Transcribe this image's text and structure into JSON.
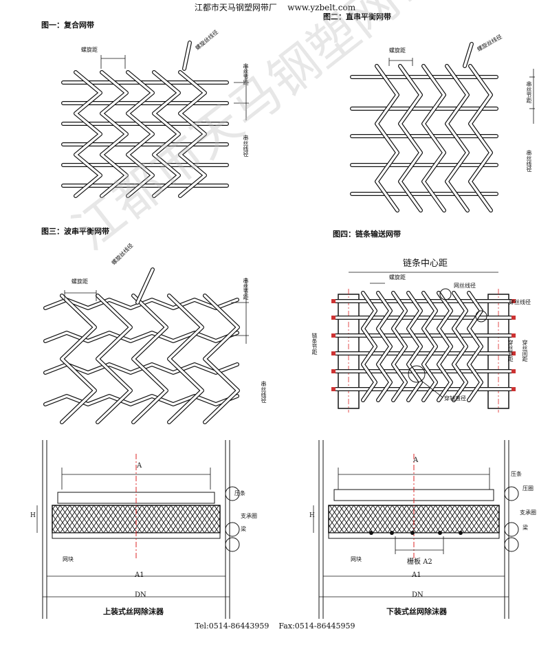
{
  "header": {
    "company": "江都市天马钢塑网带厂",
    "website": "www.yzbelt.com"
  },
  "figures": {
    "fig1": {
      "title": "图一：复合网带",
      "luoxuanju": "螺旋距",
      "luoxuan_xianjing": "螺旋丝线径",
      "chuanjieju": "串丝节距",
      "chuan_xianjing": "串丝线径"
    },
    "fig2": {
      "title": "图二：直串平衡网带",
      "luoxuanju": "螺旋距",
      "luoxuan_xianjing": "螺旋丝线径",
      "chuanjieju": "串丝节距",
      "chuan_xianjing": "串丝线径"
    },
    "fig3": {
      "title": "图三：波串平衡网带",
      "luoxuanju": "螺旋距",
      "luoxuan_xianjing": "螺旋丝线径",
      "chuanjieju": "串丝节距",
      "chuan_xianjing": "串丝线径"
    },
    "fig4": {
      "title": "图四：链条输送网带",
      "lian_zhongxinju": "链条中心距",
      "luoxuanju": "螺旋距",
      "wangsi_xianjing": "网丝线径",
      "chuansi_xianjing": "穿丝线径",
      "lian_jieju": "链条节距",
      "chuansi_jieju": "穿丝节距",
      "chuansi_jianju": "穿丝间距",
      "chuanzhou_zhijing": "穿轴直径"
    }
  },
  "demisters": {
    "upper": {
      "caption": "上装式丝网除沫器",
      "A": "A",
      "H": "H",
      "A1": "A1",
      "DN": "DN",
      "yatiao": "压条",
      "zhichengquan": "支承圈",
      "liang": "梁",
      "wangkuai": "网块"
    },
    "lower": {
      "caption": "下装式丝网除沫器",
      "A": "A",
      "H": "H",
      "A2": "A2",
      "A2_prefix": "栅板",
      "A1": "A1",
      "DN": "DN",
      "yatiao": "压条",
      "yaquan": "压圈",
      "zhichengquan": "支承圈",
      "liang": "梁",
      "wangkuai": "网块"
    }
  },
  "footer": {
    "tel": "Tel:0514-86443959",
    "fax": "Fax:0514-86445959"
  },
  "watermark": "江都市天马钢塑网带厂 www.yzbelt.com"
}
